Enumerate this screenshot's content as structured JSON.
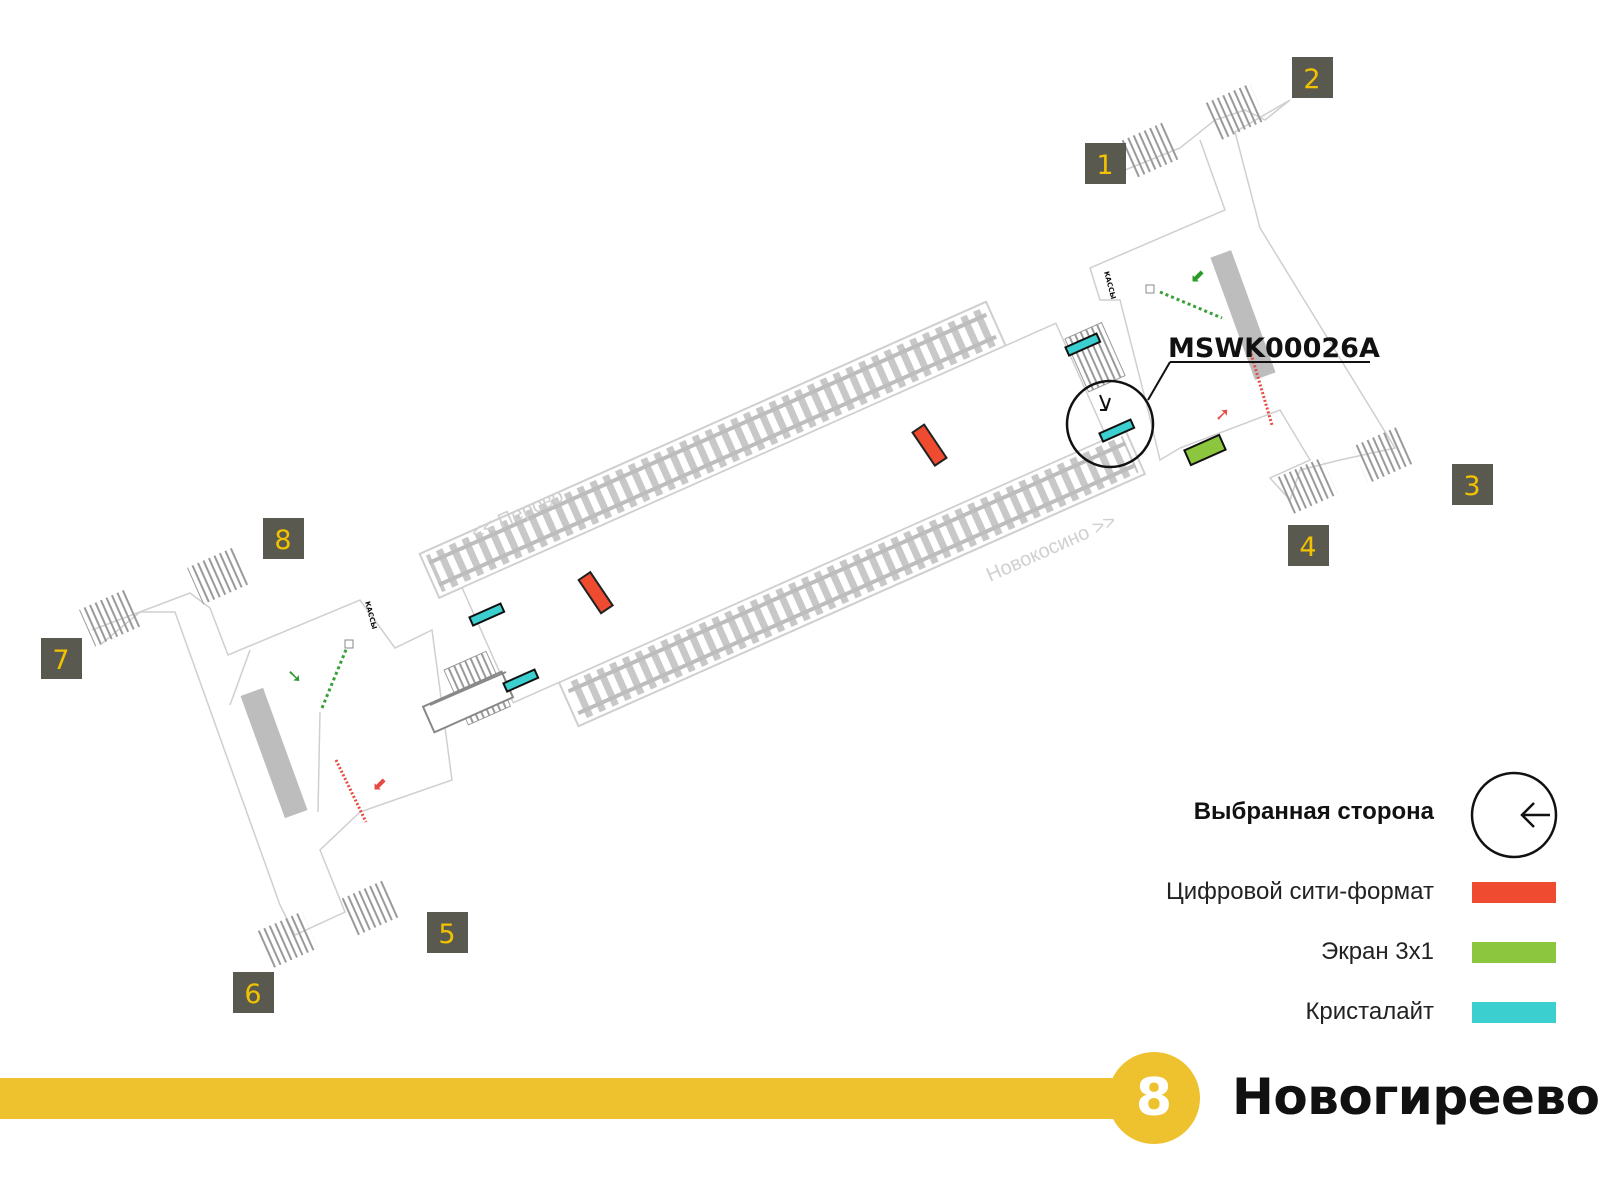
{
  "station": {
    "name": "Новогиреево",
    "line_number": "8",
    "line_color": "#edc22e"
  },
  "selected_location": {
    "code": "MSWK00026A"
  },
  "directions": {
    "toward_perovo": "<< Перово",
    "toward_novokosino": "Новокосино >>"
  },
  "kassa_label": "КАССЫ",
  "exits": [
    "1",
    "2",
    "3",
    "4",
    "5",
    "6",
    "7",
    "8"
  ],
  "legend": {
    "selected_side": "Выбранная сторона",
    "items": [
      {
        "label": "Цифровой сити-формат",
        "color": "#ef4b30"
      },
      {
        "label": "Экран 3x1",
        "color": "#8cc63f"
      },
      {
        "label": "Кристалайт",
        "color": "#3ccfcf"
      }
    ]
  },
  "icons": {
    "selected_side": "arrow-left-in-circle-icon",
    "map_marker": "arrow-down-in-circle-icon"
  }
}
